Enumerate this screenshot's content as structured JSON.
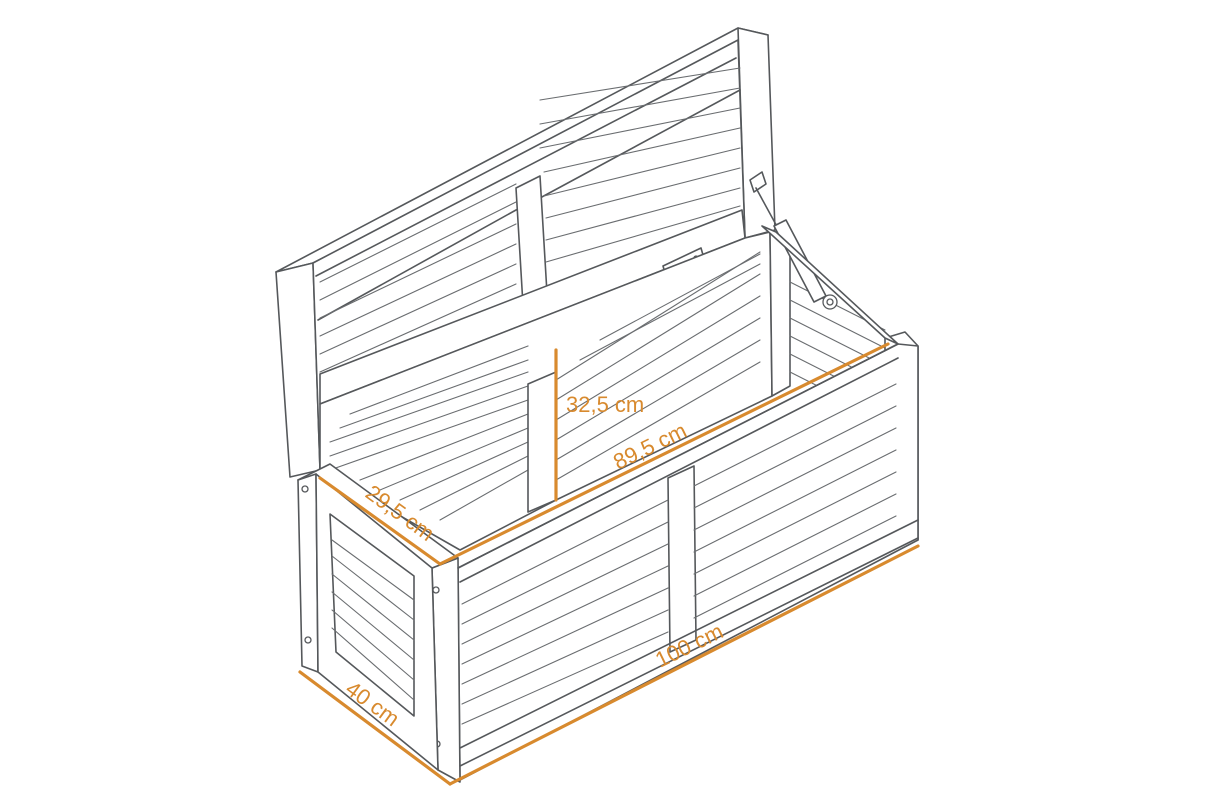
{
  "colors": {
    "dimension": "#d88a2e",
    "outline": "#55585b",
    "background": "#ffffff"
  },
  "dimensions": {
    "length_outer": "100 cm",
    "depth_outer": "40 cm",
    "length_inner": "89,5 cm",
    "depth_inner": "29,5 cm",
    "height_inner": "32,5 cm"
  },
  "icons": [
    "hinge-icon",
    "gas-strut-icon",
    "screw-icon"
  ]
}
